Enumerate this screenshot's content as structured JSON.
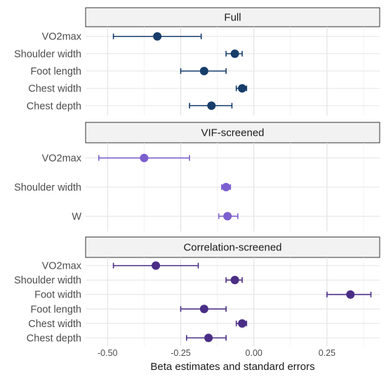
{
  "chart_data": {
    "type": "forest",
    "xlabel": "Beta estimates and standard errors",
    "xlim": [
      -0.575,
      0.43
    ],
    "x_ticks": [
      -0.5,
      -0.25,
      0.0,
      0.25
    ],
    "x_tick_labels": [
      "-0.50",
      "-0.25",
      "0.00",
      "0.25"
    ],
    "grid": true,
    "panels": [
      {
        "title": "Full",
        "color": "#173d6b",
        "rows": [
          {
            "label": "VO2max",
            "estimate": -0.33,
            "lower": -0.48,
            "upper": -0.18
          },
          {
            "label": "Shoulder width",
            "estimate": -0.065,
            "lower": -0.095,
            "upper": -0.04
          },
          {
            "label": "Foot length",
            "estimate": -0.17,
            "lower": -0.25,
            "upper": -0.095
          },
          {
            "label": "Chest width",
            "estimate": -0.04,
            "lower": -0.06,
            "upper": -0.025
          },
          {
            "label": "Chest depth",
            "estimate": -0.145,
            "lower": -0.22,
            "upper": -0.075
          }
        ]
      },
      {
        "title": "VIF-screened",
        "color": "#7b5fcf",
        "rows": [
          {
            "label": "VO2max",
            "estimate": -0.375,
            "lower": -0.53,
            "upper": -0.22
          },
          {
            "label": "Shoulder width",
            "estimate": -0.095,
            "lower": -0.11,
            "upper": -0.08
          },
          {
            "label": "W",
            "estimate": -0.09,
            "lower": -0.12,
            "upper": -0.055
          }
        ]
      },
      {
        "title": "Correlation-screened",
        "color": "#4a2e86",
        "rows": [
          {
            "label": "VO2max",
            "estimate": -0.335,
            "lower": -0.48,
            "upper": -0.19
          },
          {
            "label": "Shoulder width",
            "estimate": -0.065,
            "lower": -0.095,
            "upper": -0.04
          },
          {
            "label": "Foot width",
            "estimate": 0.33,
            "lower": 0.25,
            "upper": 0.4
          },
          {
            "label": "Foot length",
            "estimate": -0.17,
            "lower": -0.25,
            "upper": -0.095
          },
          {
            "label": "Chest width",
            "estimate": -0.04,
            "lower": -0.06,
            "upper": -0.025
          },
          {
            "label": "Chest depth",
            "estimate": -0.155,
            "lower": -0.23,
            "upper": -0.095
          }
        ]
      }
    ]
  }
}
